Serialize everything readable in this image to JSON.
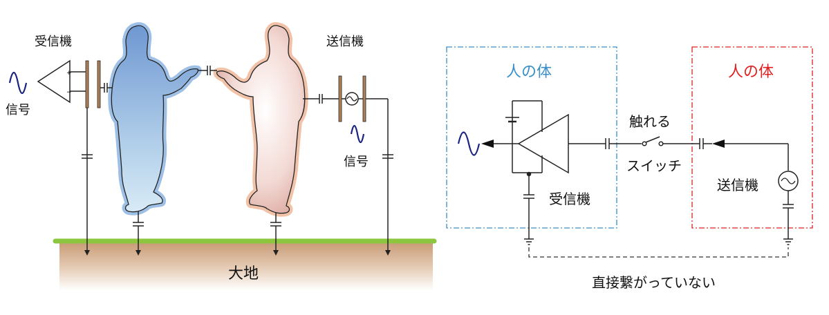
{
  "left_diagram": {
    "receiver_label": "受信機",
    "transmitter_label": "送信機",
    "signal_label_receiver": "信号",
    "signal_label_transmitter": "信号",
    "ground_label": "大地",
    "amp_plus": "+",
    "amp_minus": "−"
  },
  "right_diagram": {
    "body_label_receiver": "人の体",
    "body_label_transmitter": "人の体",
    "touch_label": "触れる",
    "switch_label": "スイッチ",
    "receiver_label": "受信機",
    "transmitter_label": "送信機",
    "not_connected_label": "直接繋がっていない"
  },
  "colors": {
    "receiver_person": "#7fa6d8",
    "transmitter_person": "#e8b6ac",
    "ground_grass": "#8cc63f",
    "ground_earth": "#c8a07c",
    "receiver_box": "#3a8fc8",
    "transmitter_box": "#e02020",
    "electrode": "#b08058",
    "signal_wave": "#1a237e"
  }
}
